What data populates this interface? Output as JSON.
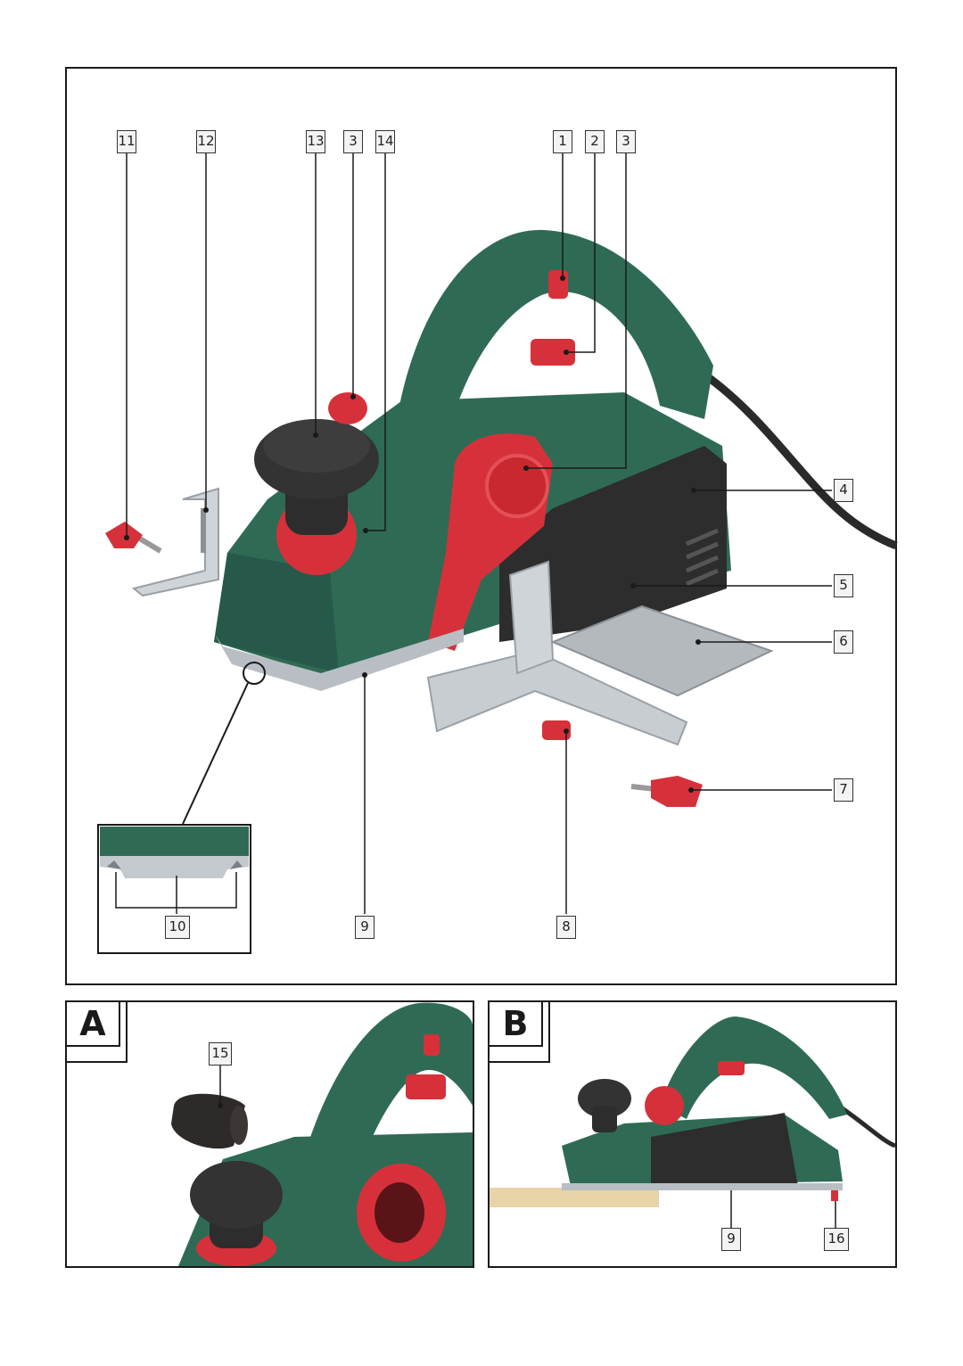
{
  "main_figure": {
    "callouts": {
      "c11": "11",
      "c12": "12",
      "c13": "13",
      "c3a": "3",
      "c14": "14",
      "c1": "1",
      "c2": "2",
      "c3b": "3",
      "c4": "4",
      "c5": "5",
      "c6": "6",
      "c7": "7",
      "c10": "10",
      "c9": "9",
      "c8": "8"
    }
  },
  "panel_a": {
    "letter": "A",
    "callouts": {
      "c15": "15"
    }
  },
  "panel_b": {
    "letter": "B",
    "callouts": {
      "c9": "9",
      "c16": "16"
    }
  },
  "colors": {
    "tool_green": "#2f6b54",
    "accent_red": "#d6313a",
    "body_dark": "#2d2d2d",
    "steel": "#c8cdd2"
  },
  "icons": [
    "electric-planer",
    "parallel-guide",
    "depth-stop",
    "wing-screw",
    "v-grooves-detail",
    "chip-ejector-adapter",
    "parking-foot"
  ]
}
